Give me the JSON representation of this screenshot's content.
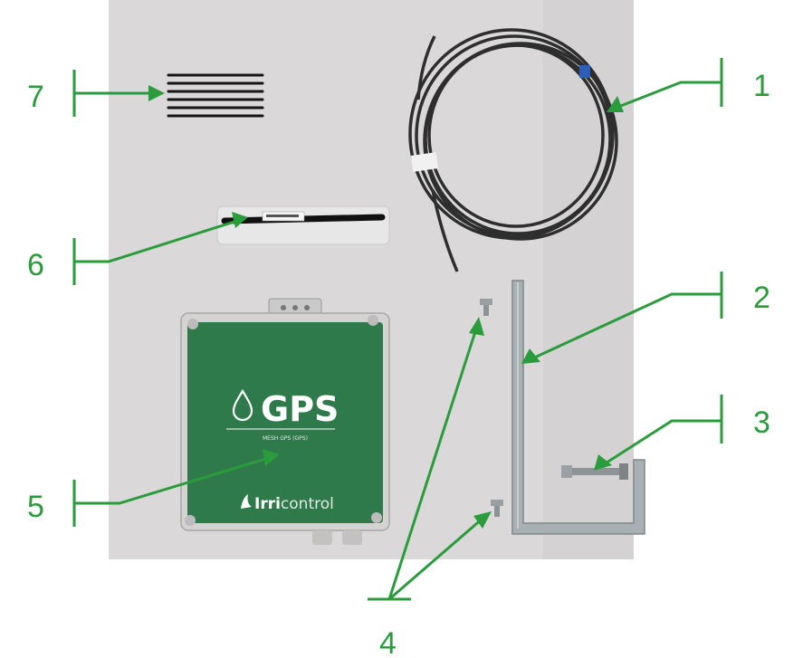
{
  "colors": {
    "photo_background": "#dad8d9",
    "callout_green": "#2a9c3c",
    "box_green": "#2f7a4b"
  },
  "device": {
    "logo_text": "GPS",
    "subtitle": "MESH GPS (GPS)",
    "brand_bold": "Irri",
    "brand_light": "control"
  },
  "callouts": [
    "1",
    "2",
    "3",
    "4",
    "5",
    "6",
    "7"
  ]
}
